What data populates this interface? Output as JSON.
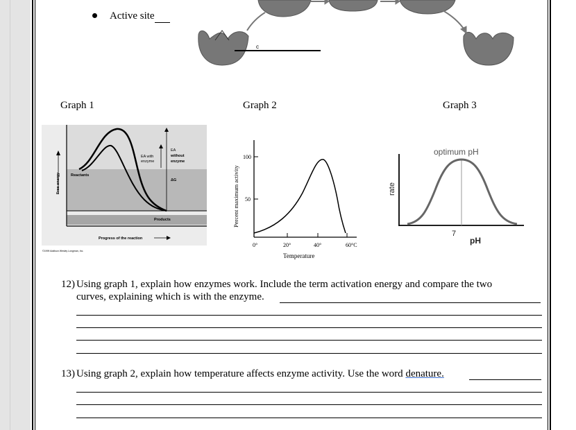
{
  "active_site": {
    "label": "Active site"
  },
  "enzyme_diagram": {
    "label_c": "c"
  },
  "graphs": {
    "graph1": {
      "title": "Graph 1",
      "y_label": "Free energy",
      "x_label": "Progress of the reaction",
      "reactants": "Reactants",
      "products": "Products",
      "ea_with_1": "EA with",
      "ea_with_2": "enzyme",
      "ea_without_1": "EA",
      "ea_without_2": "without",
      "ea_without_3": "enzyme",
      "delta_g": "ΔG",
      "copyright": "©1999 Addison Wesley Longman, Inc."
    },
    "graph2": {
      "title": "Graph 2",
      "y_label": "Percent maximum activity",
      "x_label": "Temperature",
      "y_ticks": [
        "100",
        "50"
      ],
      "x_ticks": [
        "0°",
        "20°",
        "40°",
        "60°C"
      ]
    },
    "graph3": {
      "title": "Graph 3",
      "annotation": "optimum pH",
      "y_label": "rate",
      "x_label": "pH",
      "x_tick": "7"
    }
  },
  "questions": [
    {
      "number": "12)",
      "line1": "Using graph 1, explain how enzymes work. Include the term activation energy and compare the two",
      "line2": "curves, explaining which is with the enzyme."
    },
    {
      "number": "13)",
      "text": "Using graph 2, explain how temperature affects enzyme activity. Use the word ",
      "keyword": "denature."
    }
  ]
}
